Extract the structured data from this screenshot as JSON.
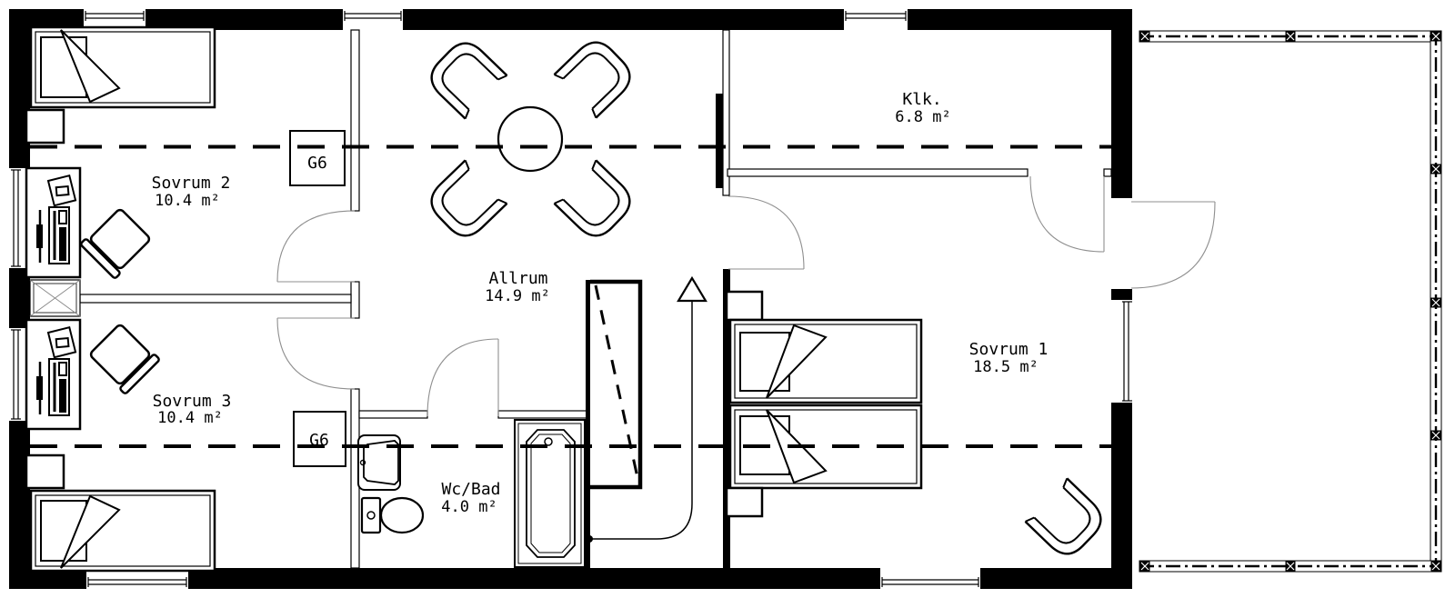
{
  "plan": {
    "rooms": [
      {
        "name": "Sovrum 2",
        "area": "10.4 m²"
      },
      {
        "name": "Sovrum 3",
        "area": "10.4 m²"
      },
      {
        "name": "Allrum",
        "area": "14.9 m²"
      },
      {
        "name": "Wc/Bad",
        "area": "4.0 m²"
      },
      {
        "name": "Klk.",
        "area": "6.8 m²"
      },
      {
        "name": "Sovrum 1",
        "area": "18.5 m²"
      }
    ],
    "wardrobes": [
      {
        "label": "G6"
      },
      {
        "label": "G6"
      }
    ],
    "colors": {
      "line": "#000000",
      "background": "#ffffff",
      "door_arc": "#8f8f8f"
    }
  }
}
